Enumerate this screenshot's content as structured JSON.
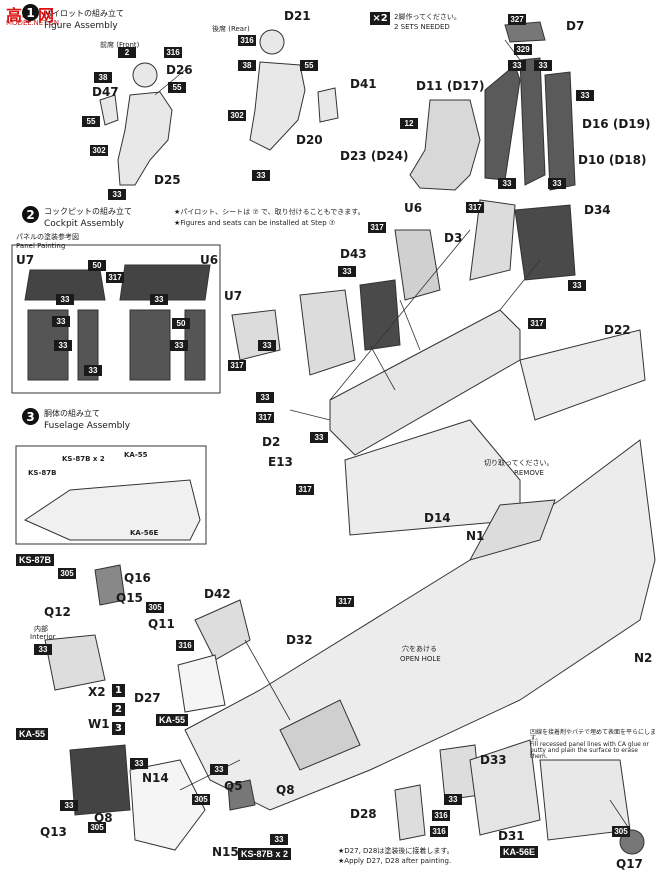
{
  "watermark": {
    "brand": "高手网",
    "sub": "MODEL.NET.CN"
  },
  "step1": {
    "num": "1",
    "jp": "パイロットの組み立て",
    "en": "Figure Assembly",
    "front_label": "前席 (Front)",
    "rear_label": "後席 (Rear)",
    "parts": {
      "D26": "D26",
      "D47": "D47",
      "D25": "D25",
      "D21": "D21",
      "D41": "D41",
      "D20": "D20"
    },
    "paints": {
      "p2": "2",
      "p316a": "316",
      "p38a": "38",
      "p55a": "55",
      "p55b": "55",
      "p302a": "302",
      "p33a": "33",
      "p316b": "316",
      "p38b": "38",
      "p55c": "55",
      "p302b": "302",
      "p33b": "33"
    }
  },
  "seat": {
    "x2": "×2",
    "x2_jp": "2脚作ってください。",
    "x2_en": "2 SETS NEEDED",
    "parts": {
      "D7": "D7",
      "D11": "D11 (D17)",
      "D16": "D16 (D19)",
      "D23": "D23 (D24)",
      "D10": "D10 (D18)"
    },
    "paints": {
      "p327": "327",
      "p329": "329",
      "p33c": "33",
      "p33d": "33",
      "p33e": "33",
      "p33f": "33",
      "p12": "12",
      "p33g": "33"
    }
  },
  "step2": {
    "num": "2",
    "jp": "コックピットの組み立て",
    "en": "Cockpit Assembly",
    "note_jp": "★パイロット、シートは ⑦ で、取り付けることもできます。",
    "note_en": "★Figures and seats can be installed at Step ⑦",
    "panel_jp": "パネルの塗装参考図",
    "panel_en": "Panel Painting",
    "panel_parts": {
      "U7": "U7",
      "U6": "U6"
    },
    "panel_paints": {
      "p50a": "50",
      "p317a": "317",
      "p33h": "33",
      "p33i": "33",
      "p33j": "33",
      "p33k": "33",
      "p50b": "50",
      "p33l": "33",
      "p33m": "33"
    },
    "parts": {
      "U6": "U6",
      "D3": "D3",
      "D34": "D34",
      "D43": "D43",
      "U7": "U7",
      "D22": "D22",
      "D2": "D2",
      "E13": "E13",
      "D14": "D14"
    },
    "paints": {
      "p317b": "317",
      "p317c": "317",
      "p33n": "33",
      "p33o": "33",
      "p33p": "33",
      "p317d": "317",
      "p33q": "33",
      "p317e": "317",
      "p33r": "33",
      "p317f": "317",
      "p317g": "317",
      "p33s": "33",
      "p317h": "317"
    },
    "remove_jp": "切り取ってください。",
    "remove_en": "REMOVE"
  },
  "step3": {
    "num": "3",
    "jp": "胴体の組み立て",
    "en": "Fuselage Assembly",
    "inset": {
      "KS87Bx2": "KS-87B x 2",
      "KA55": "KA-55",
      "KS87B": "KS-87B",
      "KA56E": "KA-56E"
    },
    "tags": {
      "ks87b": "KS-87B",
      "ka55a": "KA-55",
      "ka55b": "KA-55",
      "ka56e": "KA-56E",
      "ks87bx2": "KS-87B x 2"
    },
    "parts": {
      "Q16": "Q16",
      "Q15": "Q15",
      "Q12": "Q12",
      "Q11": "Q11",
      "N1": "N1",
      "D42": "D42",
      "D32": "D32",
      "N2": "N2",
      "D27": "D27",
      "X2": "X2",
      "W1": "W1",
      "N14": "N14",
      "Q5": "Q5",
      "Q8a": "Q8",
      "Q8b": "Q8",
      "Q13": "Q13",
      "N15": "N15",
      "D28": "D28",
      "D33": "D33",
      "D31": "D31",
      "Q17": "Q17"
    },
    "interior_jp": "内部",
    "interior_en": "Interior",
    "open_hole_jp": "穴をあける",
    "open_hole_en": "OPEN HOLE",
    "fill_jp": "凹線を接着剤やパテで埋めて表面を平らにします。",
    "fill_en": "Fill recessed panel lines with CA glue or putty and plain the surface to erase them.",
    "paint_note_jp": "★D27, D28は塗装後に接着します。",
    "paint_note_en": "★Apply D27, D28 after painting.",
    "paints": {
      "p305a": "305",
      "p305b": "305",
      "p33t": "33",
      "p317i": "317",
      "p316c": "316",
      "p33u": "33",
      "p316d": "316",
      "p33v": "33",
      "p33w": "33",
      "p305c": "305",
      "p33x": "33",
      "p305d": "305",
      "p33y": "33",
      "p316e": "316",
      "p305e": "305"
    },
    "steps_refs": {
      "s1": "1",
      "s2": "2",
      "s3": "3"
    }
  }
}
